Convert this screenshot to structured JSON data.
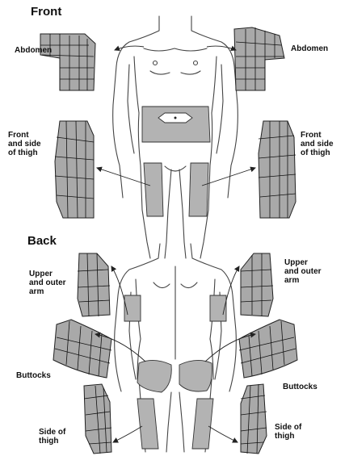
{
  "front": {
    "title": "Front",
    "labels": {
      "abdomen_left": "Abdomen",
      "abdomen_right": "Abdomen",
      "thigh_left": "Front\nand side\nof thigh",
      "thigh_right": "Front\nand side\nof thigh"
    }
  },
  "back": {
    "title": "Back",
    "labels": {
      "arm_left": "Upper\nand outer\narm",
      "arm_right": "Upper\nand outer\narm",
      "buttocks_left": "Buttocks",
      "buttocks_right": "Buttocks",
      "side_thigh_left": "Side of\nthigh",
      "side_thigh_right": "Side of\nthigh"
    }
  },
  "colors": {
    "patch": "#b3b3b3",
    "grid": "#a9a9a9",
    "outline": "#444444"
  }
}
